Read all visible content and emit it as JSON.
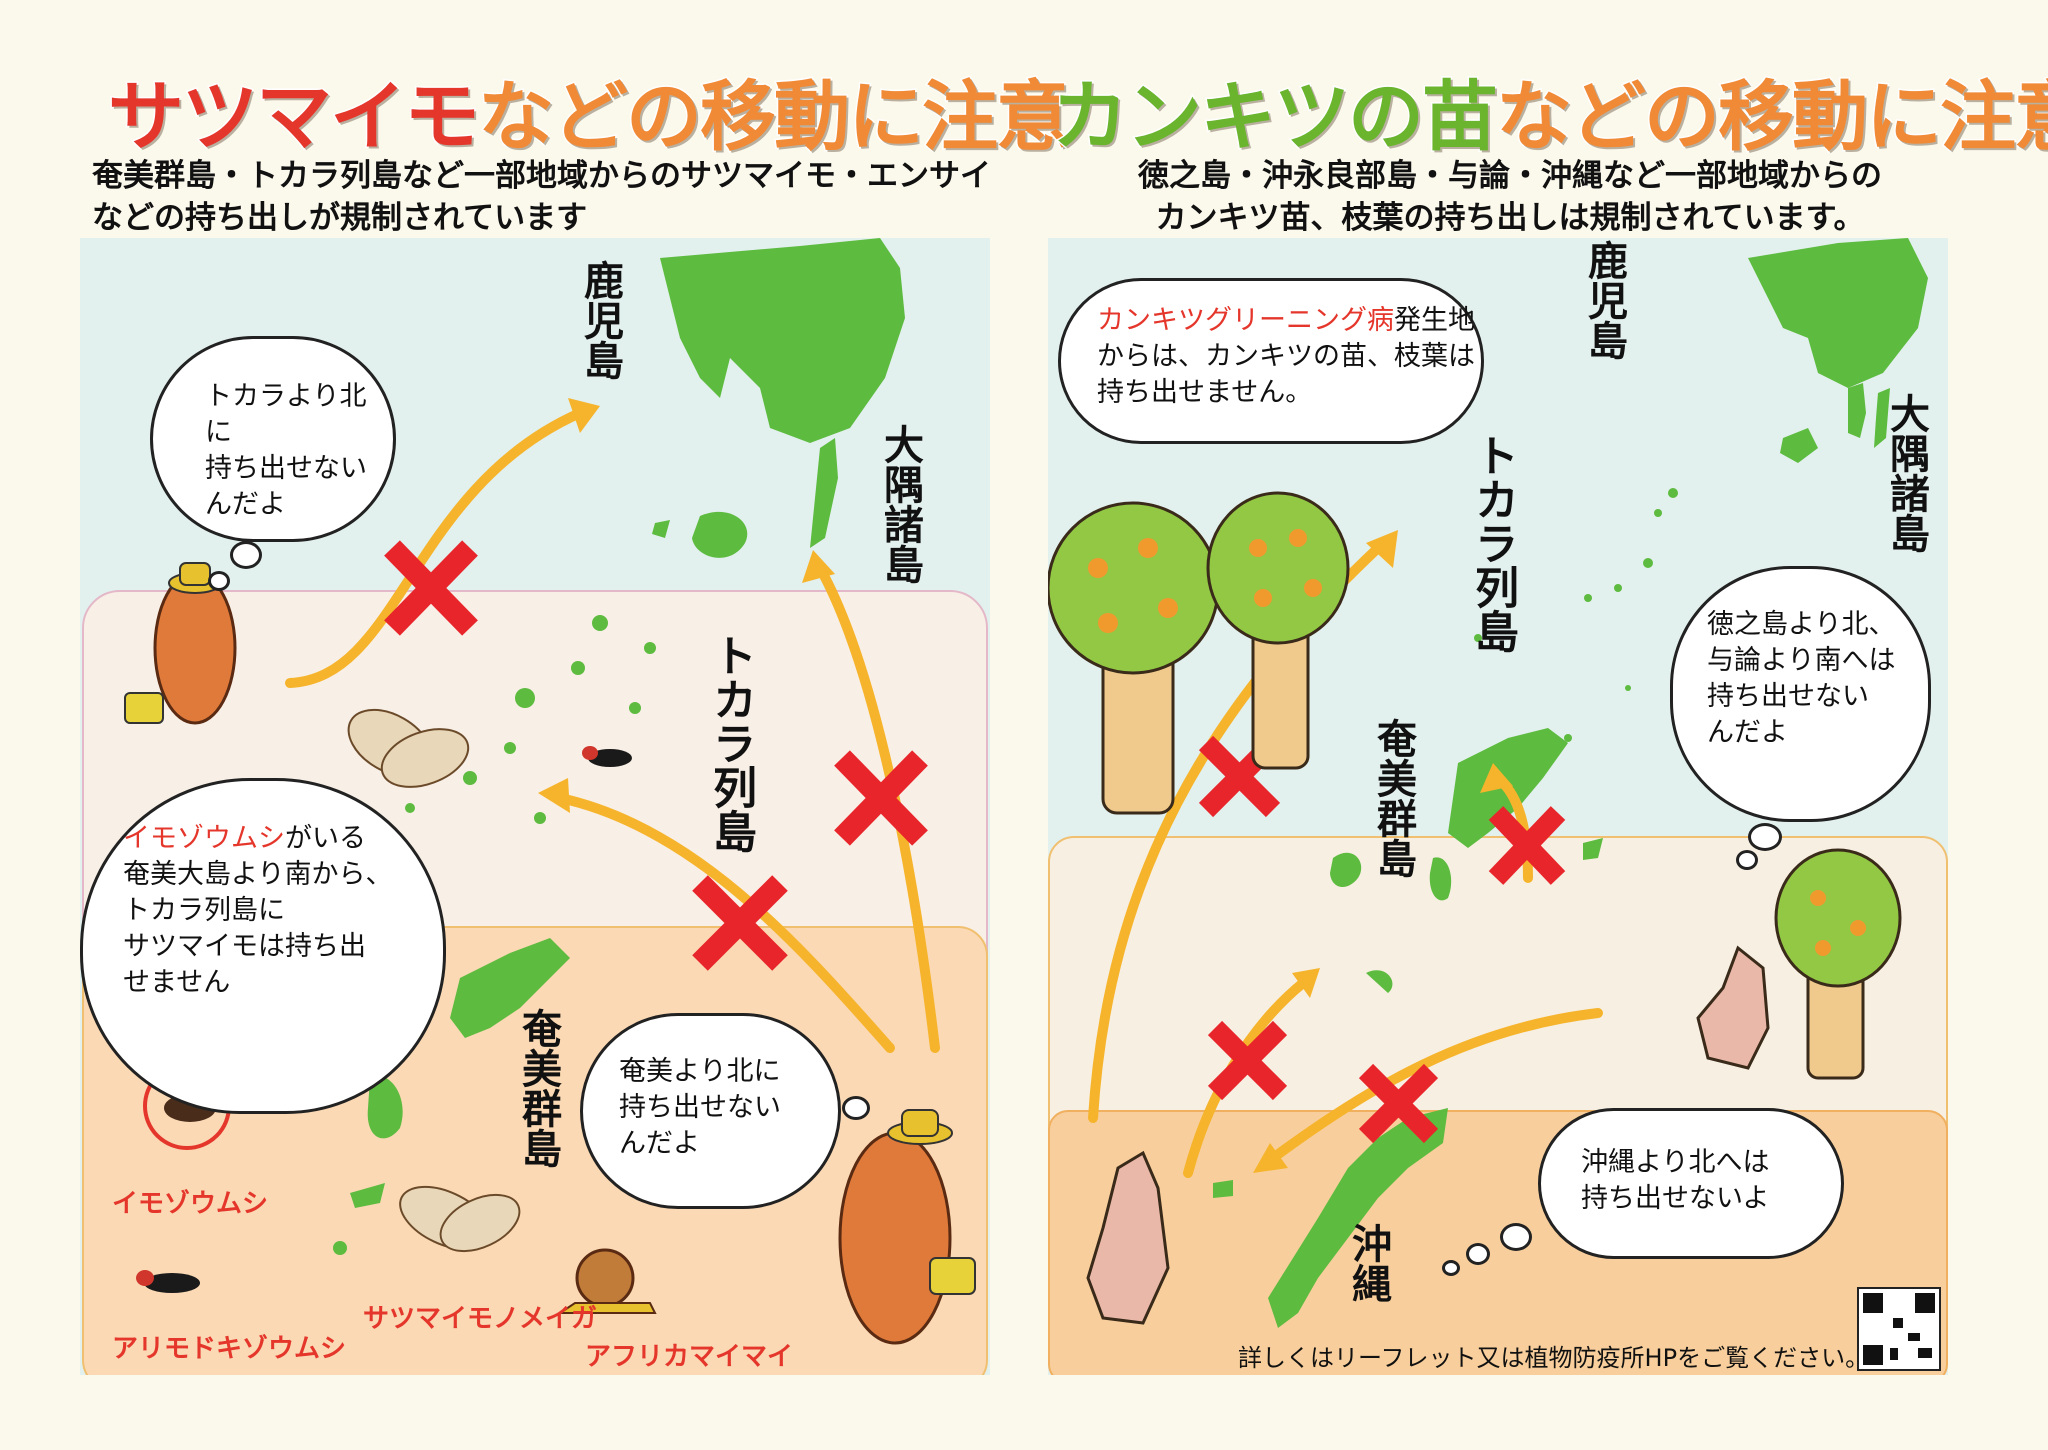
{
  "left": {
    "title_red": "サツマイモ",
    "title_orange": "などの移動に注意",
    "subtitle_line1": "奄美群島・トカラ列島など一部地域からのサツマイモ・エンサイ",
    "subtitle_line2": "などの持ち出しが規制されています",
    "labels": {
      "kagoshima": "鹿児島",
      "osumi": "大隅諸島",
      "tokara": "トカラ列島",
      "amami": "奄美群島"
    },
    "bubble_tokara": "トカラより北に\n持ち出せない\nんだよ",
    "bubble_pest_highlight": "イモゾウムシ",
    "bubble_pest_rest": "がいる\n奄美大島より南から、\nトカラ列島に\nサツマイモは持ち出\nせません",
    "bubble_amami": "奄美より北に\n持ち出せない\nんだよ",
    "pests": {
      "imozoumushi": "イモゾウムシ",
      "arimodoki": "アリモドキゾウムシ",
      "meiga": "サツマイモノメイガ",
      "maimai": "アフリカマイマイ"
    }
  },
  "right": {
    "title_green": "カンキツの苗",
    "title_orange": "などの移動に注意",
    "subtitle_line1": "徳之島・沖永良部島・与論・沖縄など一部地域からの",
    "subtitle_line2": "カンキツ苗、枝葉の持ち出しは規制されています。",
    "labels": {
      "kagoshima": "鹿児島",
      "osumi": "大隅諸島",
      "tokara": "トカラ列島",
      "amami": "奄美群島",
      "okinawa": "沖縄"
    },
    "bubble_disease_highlight": "カンキツグリーニング病",
    "bubble_disease_rest": "発生地\nからは、カンキツの苗、枝葉は\n持ち出せません。",
    "bubble_tokuno": "徳之島より北、\n与論より南へは\n持ち出せない\nんだよ",
    "bubble_okinawa": "沖縄より北へは\n持ち出せないよ",
    "footer": "詳しくはリーフレット又は植物防疫所HPをご覧ください。"
  },
  "colors": {
    "land": "#5dbb3f",
    "arrow": "#f6b42c",
    "cross": "#e8252a",
    "title_red": "#e5362b",
    "title_orange": "#f08a36",
    "title_green": "#6ab42e"
  }
}
